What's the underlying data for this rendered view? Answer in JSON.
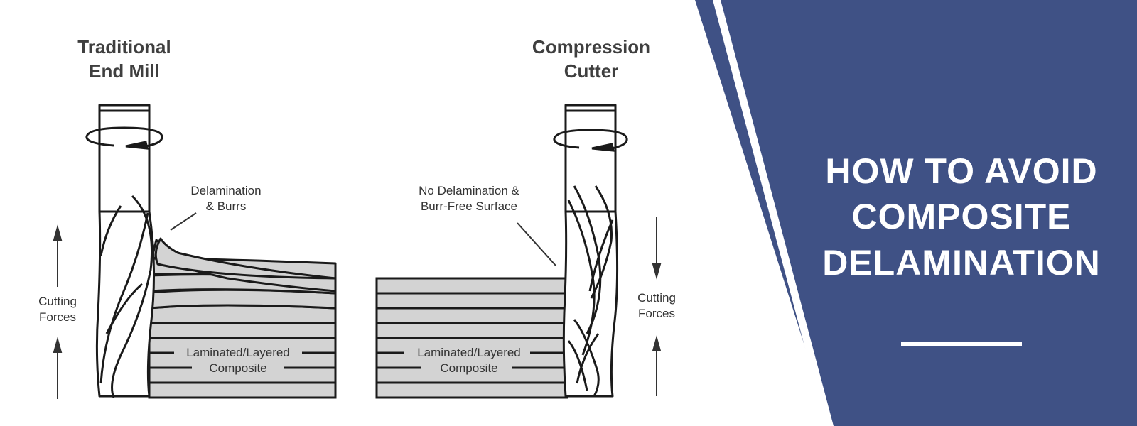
{
  "left_tool": {
    "title_line1": "Traditional",
    "title_line2": "End Mill",
    "callout_line1": "Delamination",
    "callout_line2": "& Burrs",
    "forces_line1": "Cutting",
    "forces_line2": "Forces",
    "material_line1": "Laminated/Layered",
    "material_line2": "Composite"
  },
  "right_tool": {
    "title_line1": "Compression",
    "title_line2": "Cutter",
    "callout_line1": "No Delamination &",
    "callout_line2": "Burr-Free Surface",
    "forces_line1": "Cutting",
    "forces_line2": "Forces",
    "material_line1": "Laminated/Layered",
    "material_line2": "Composite"
  },
  "banner": {
    "line1": "HOW TO AVOID",
    "line2": "COMPOSITE",
    "line3": "DELAMINATION"
  },
  "colors": {
    "banner": "#3f5185",
    "material": "#d3d3d3",
    "outline": "#1a1a1a"
  }
}
